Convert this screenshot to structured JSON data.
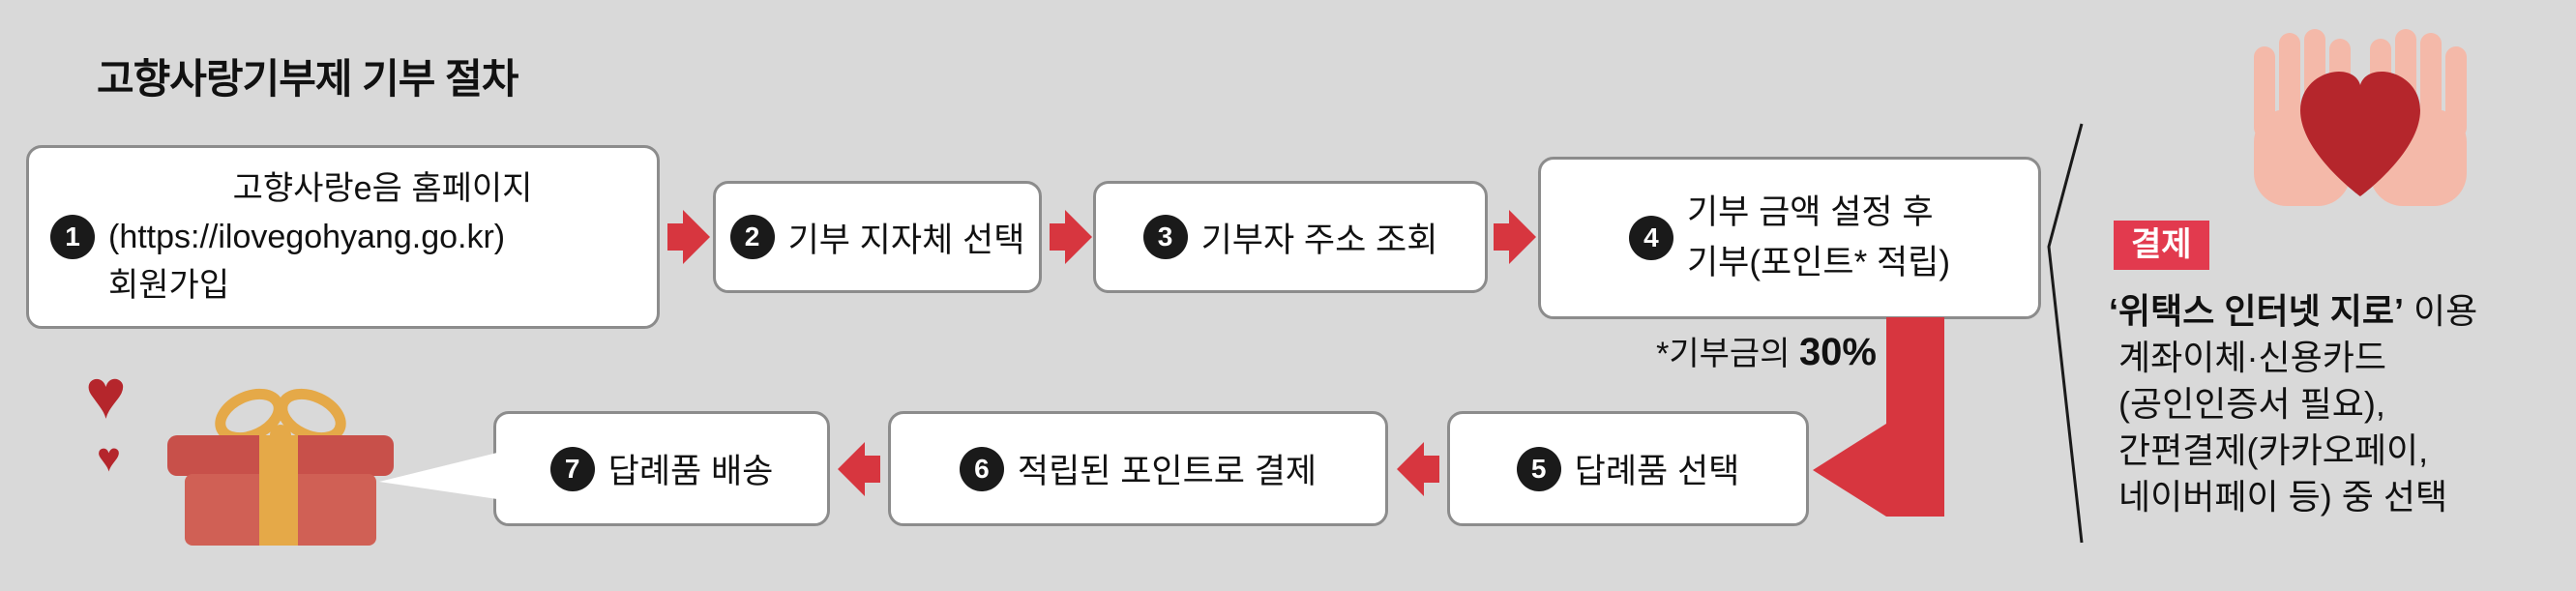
{
  "title": "고향사랑기부제 기부 절차",
  "steps": [
    {
      "num": "1",
      "lines": [
        "고향사랑e음 홈페이지",
        "(https://ilovegohyang.go.kr)",
        "회원가입"
      ]
    },
    {
      "num": "2",
      "label": "기부 지자체 선택"
    },
    {
      "num": "3",
      "label": "기부자 주소 조회"
    },
    {
      "num": "4",
      "lines": [
        "기부 금액 설정 후",
        "기부(포인트* 적립)"
      ]
    },
    {
      "num": "5",
      "label": "답례품 선택"
    },
    {
      "num": "6",
      "label": "적립된 포인트로 결제"
    },
    {
      "num": "7",
      "label": "답례품 배송"
    }
  ],
  "note": {
    "prefix": "*기부금의 ",
    "percent": "30%"
  },
  "payment": {
    "badge": "결제",
    "line1_bold": "‘위택스 인터넷 지로’",
    "line1_rest": " 이용",
    "lines": [
      "계좌이체·신용카드",
      "(공인인증서 필요),",
      "간편결제(카카오페이,",
      "네이버페이 등) 중 선택"
    ]
  },
  "colors": {
    "background": "#d9d9d9",
    "arrow": "#d7363f",
    "badge": "#e23a4e",
    "box_border": "#8c8c8c",
    "circle": "#1a1a1a",
    "heart": "#b5262c",
    "hand": "#f4b9a9",
    "gift_body": "#d06055",
    "gift_lid": "#c8504a",
    "ribbon": "#e5a948"
  }
}
